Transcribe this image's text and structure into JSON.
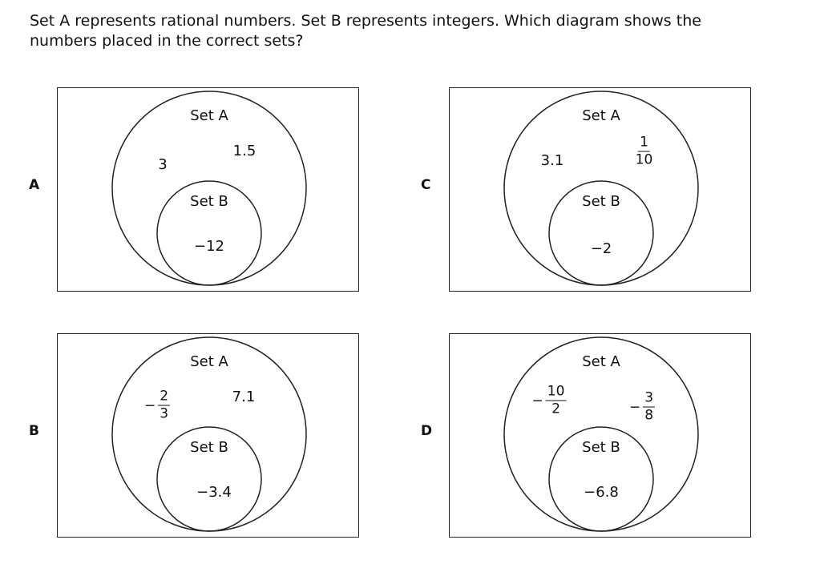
{
  "question": "Set A represents rational numbers. Set B represents integers. Which diagram shows the numbers placed in the correct sets?",
  "options": {
    "A": {
      "letter": "A",
      "set_a_label": "Set A",
      "set_b_label": "Set B",
      "outer_left": "3",
      "outer_right": "1.5",
      "inner": "−12"
    },
    "B": {
      "letter": "B",
      "set_a_label": "Set A",
      "set_b_label": "Set B",
      "outer_left": {
        "sign": "−",
        "num": "2",
        "den": "3"
      },
      "outer_right": "7.1",
      "inner": "−3.4"
    },
    "C": {
      "letter": "C",
      "set_a_label": "Set A",
      "set_b_label": "Set B",
      "outer_left": "3.1",
      "outer_right": {
        "sign": "",
        "num": "1",
        "den": "10"
      },
      "inner": "−2"
    },
    "D": {
      "letter": "D",
      "set_a_label": "Set A",
      "set_b_label": "Set B",
      "outer_left": {
        "sign": "−",
        "num": "10",
        "den": "2"
      },
      "outer_right": {
        "sign": "−",
        "num": "3",
        "den": "8"
      },
      "inner": "−6.8"
    }
  }
}
